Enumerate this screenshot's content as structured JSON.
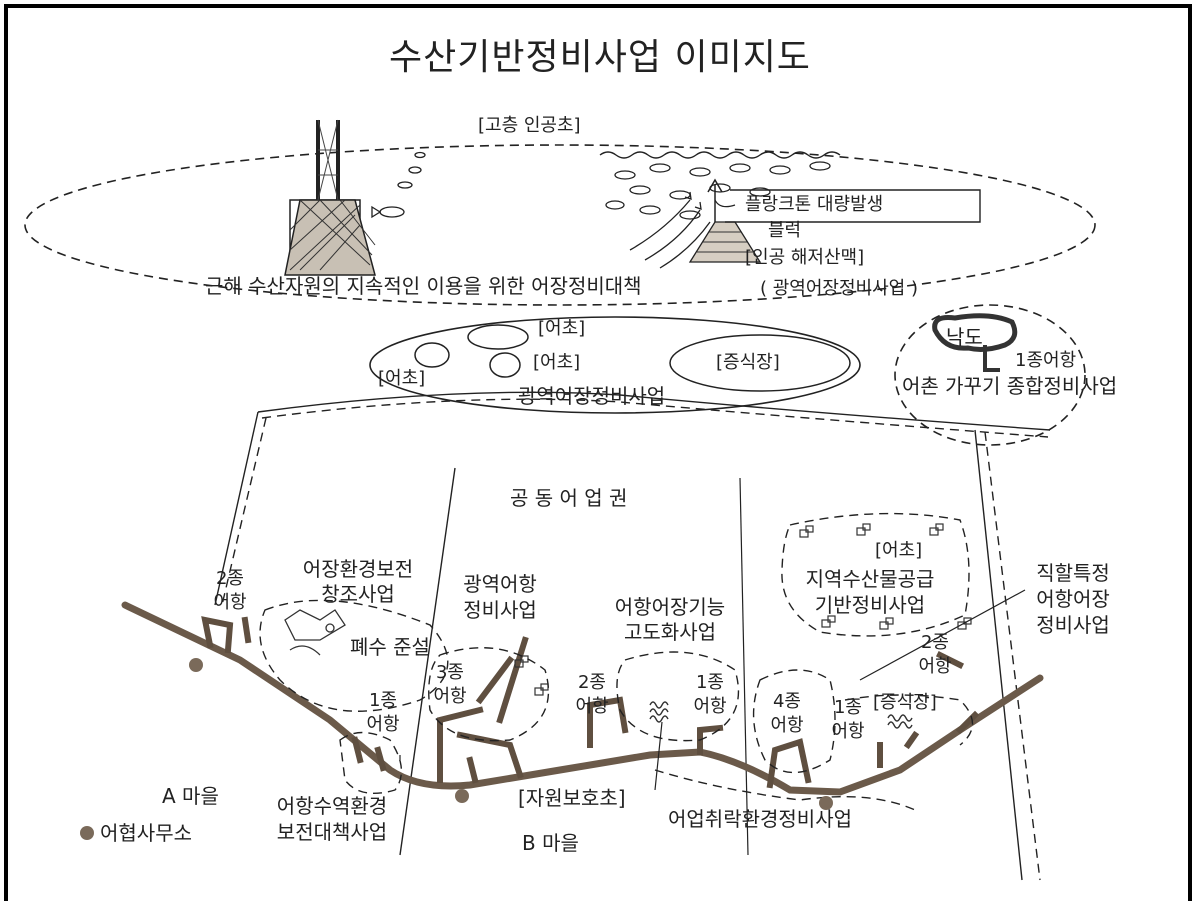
{
  "title": "수산기반정비사업 이미지도",
  "labels": {
    "high_reef": "[고층 인공초]",
    "plankton": "플랑크톤 대량발생",
    "bullet": "블럭",
    "artificial_seamount": "[인공 해저산맥]",
    "offshore_policy": "근해 수산자원의 지속적인 이용을 위한 어장정비대책",
    "wide_fishery_paren": "( 광역어장정비사업 )",
    "reef_1": "[어초]",
    "reef_2": "[어초]",
    "reef_3": "[어초]",
    "culture_ground": "[증식장]",
    "wide_fishery": "광역어장정비사업",
    "island": "낙도",
    "port_type1_island": "1종어항",
    "fishing_village": "어촌 가꾸기 종합정비사업",
    "common_fishery": "공 동 어 업 권",
    "reef_4": "[어초]",
    "regional_supply_1": "지역수산물공급",
    "regional_supply_2": "기반정비사업",
    "special_1": "직할특정",
    "special_2": "어항어장",
    "special_3": "정비사업",
    "port2_a_1": "2종",
    "port2_a_2": "어항",
    "env_conserve_1": "어장환경보전",
    "env_conserve_2": "창조사업",
    "wide_port_1": "광역어항",
    "wide_port_2": "정비사업",
    "function_up_1": "어항어장기능",
    "function_up_2": "고도화사업",
    "dredging": "폐수 준설",
    "port1_a_1": "1종",
    "port1_a_2": "어항",
    "port3_1": "3종",
    "port3_2": "어항",
    "port2_b_1": "2종",
    "port2_b_2": "어항",
    "port1_b_1": "1종",
    "port1_b_2": "어항",
    "port2_c_1": "2종",
    "port2_c_2": "어항",
    "port4_1": "4종",
    "port4_2": "어항",
    "port1_c_1": "1종",
    "port1_c_2": "어항",
    "culture_ground_2": "[증식장]",
    "village_a": "A 마을",
    "port_env_1": "어항수역환경",
    "port_env_2": "보전대책사업",
    "resource_reef": "[자원보호초]",
    "fishing_cluster": "어업취락환경정비사업",
    "village_b": "B 마을",
    "legend_office": "어협사무소"
  },
  "colors": {
    "coast": "#6b5a4a",
    "ink": "#1a1a1a",
    "office_dot": "#7a6a5a"
  }
}
